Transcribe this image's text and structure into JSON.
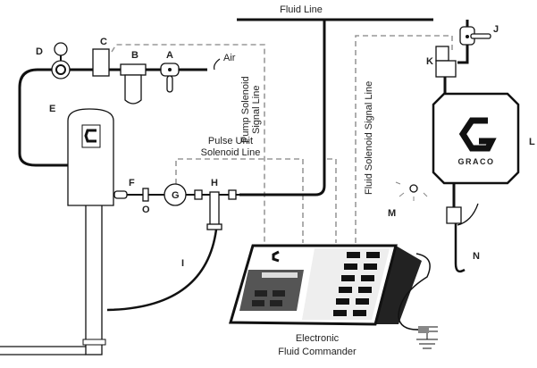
{
  "labels": {
    "fluid_line": "Fluid Line",
    "air": "Air",
    "pump_solenoid_1": "Pump Solenoid",
    "pump_solenoid_2": "Signal Line",
    "pulse_unit_1": "Pulse Unit",
    "pulse_unit_2": "Solenoid Line",
    "fluid_solenoid": "Fluid Solenoid Signal Line",
    "commander_1": "Electronic",
    "commander_2": "Fluid Commander",
    "brand": "GRACO"
  },
  "parts": {
    "A": "A",
    "B": "B",
    "C": "C",
    "D": "D",
    "E": "E",
    "F": "F",
    "G": "G",
    "H": "H",
    "I": "I",
    "J": "J",
    "K": "K",
    "L": "L",
    "M": "M",
    "N": "N",
    "O": "O"
  },
  "colors": {
    "line": "#111111",
    "signal": "#999999"
  }
}
